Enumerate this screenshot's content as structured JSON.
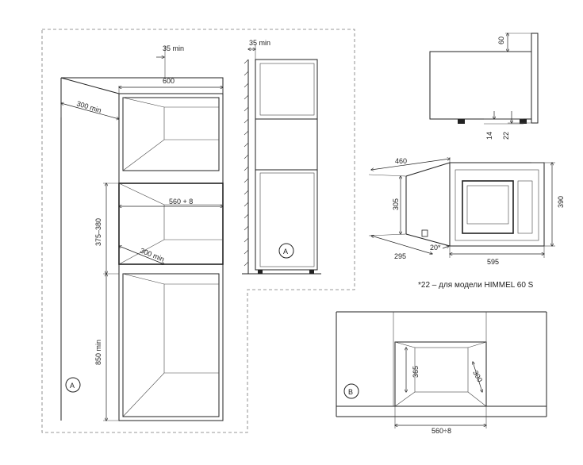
{
  "left_panel": {
    "dim_35_top": "35 min",
    "dim_600": "600",
    "dim_300_top": "300 min",
    "dim_560": "560 + 8",
    "dim_375_380": "375–380",
    "dim_300_mid": "300 min",
    "dim_850": "850 min",
    "marker": "A"
  },
  "side_panel": {
    "dim_35": "35 min",
    "marker": "A"
  },
  "oven_side_view": {
    "dim_60": "60",
    "dim_14": "14",
    "dim_22": "22"
  },
  "oven_front_view": {
    "dim_460": "460",
    "dim_305": "305",
    "dim_390": "390",
    "dim_295": "295",
    "dim_20": "20*",
    "dim_595": "595"
  },
  "footnote": "*22 – для модели HIMMEL 60 S",
  "wall_panel": {
    "dim_365": "365",
    "dim_300": "300",
    "dim_560": "560÷8",
    "marker": "B"
  }
}
